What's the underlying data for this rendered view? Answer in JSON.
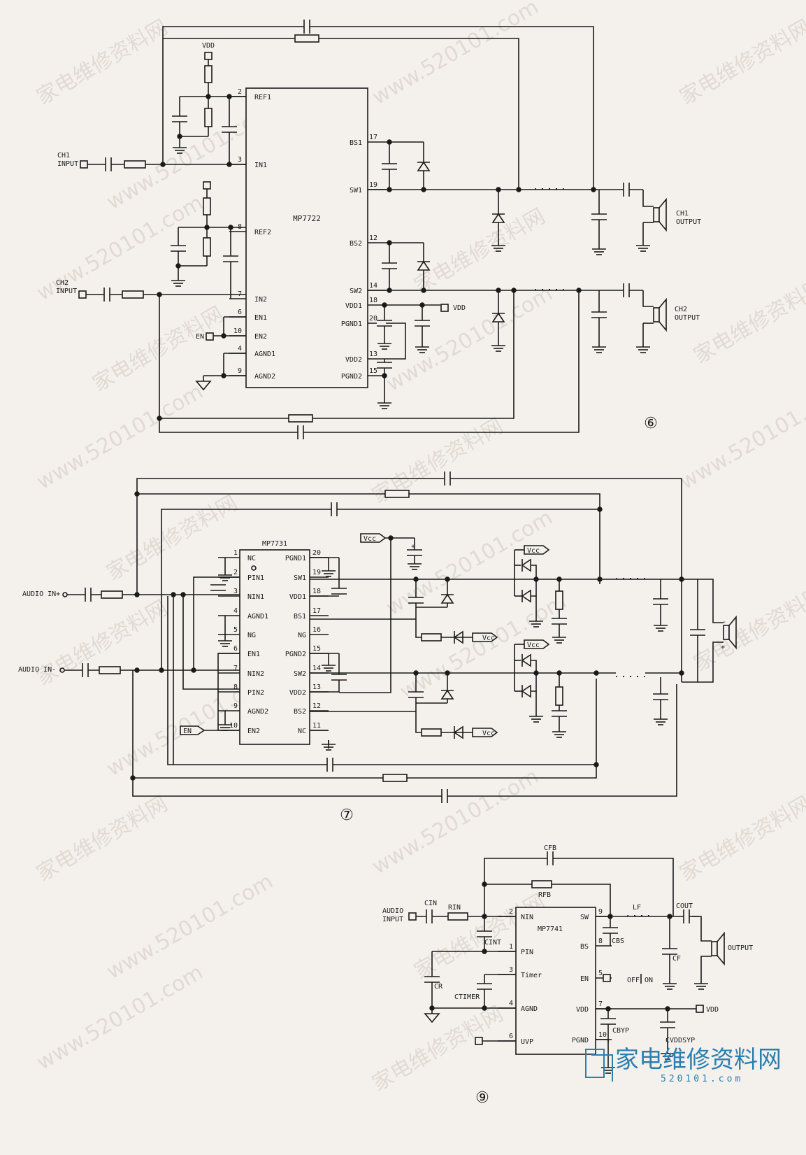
{
  "watermark": {
    "cn": "家电维修资料网",
    "url": "www.520101.com"
  },
  "circuit6": {
    "figure_label": "⑥",
    "chip": "MP7722",
    "pins_left": [
      {
        "num": "2",
        "name": "REF1"
      },
      {
        "num": "3",
        "name": "IN1"
      },
      {
        "num": "8",
        "name": "REF2"
      },
      {
        "num": "7",
        "name": "IN2"
      },
      {
        "num": "6",
        "name": "EN1"
      },
      {
        "num": "10",
        "name": "EN2"
      },
      {
        "num": "4",
        "name": "AGND1"
      },
      {
        "num": "9",
        "name": "AGND2"
      }
    ],
    "pins_right": [
      {
        "num": "17",
        "name": "BS1"
      },
      {
        "num": "19",
        "name": "SW1"
      },
      {
        "num": "12",
        "name": "BS2"
      },
      {
        "num": "14",
        "name": "SW2"
      },
      {
        "num": "18",
        "name": "VDD1"
      },
      {
        "num": "20",
        "name": "PGND1"
      },
      {
        "num": "13",
        "name": "VDD2"
      },
      {
        "num": "15",
        "name": "PGND2"
      }
    ],
    "ch1_input": "CH1\nINPUT",
    "ch2_input": "CH2\nINPUT",
    "ch1_output": "CH1\nOUTPUT",
    "ch2_output": "CH2\nOUTPUT",
    "vdd_top": "VDD",
    "vdd_right": "VDD",
    "en": "EN"
  },
  "circuit7": {
    "figure_label": "⑦",
    "chip": "MP7731",
    "pins_left": [
      {
        "num": "1",
        "name": "NC"
      },
      {
        "num": "2",
        "name": "PIN1"
      },
      {
        "num": "3",
        "name": "NIN1"
      },
      {
        "num": "4",
        "name": "AGND1"
      },
      {
        "num": "5",
        "name": "NG"
      },
      {
        "num": "6",
        "name": "EN1"
      },
      {
        "num": "7",
        "name": "NIN2"
      },
      {
        "num": "8",
        "name": "PIN2"
      },
      {
        "num": "9",
        "name": "AGND2"
      },
      {
        "num": "10",
        "name": "EN2"
      }
    ],
    "pins_right": [
      {
        "num": "20",
        "name": "PGND1"
      },
      {
        "num": "19",
        "name": "SW1"
      },
      {
        "num": "18",
        "name": "VDD1"
      },
      {
        "num": "17",
        "name": "BS1"
      },
      {
        "num": "16",
        "name": "NG"
      },
      {
        "num": "15",
        "name": "PGND2"
      },
      {
        "num": "14",
        "name": "SW2"
      },
      {
        "num": "13",
        "name": "VDD2"
      },
      {
        "num": "12",
        "name": "BS2"
      },
      {
        "num": "11",
        "name": "NC"
      }
    ],
    "audio_in_pos": "AUDIO IN+",
    "audio_in_neg": "AUDIO IN-",
    "vcc": "Vcc",
    "en": "EN",
    "plus": "+",
    "minus": "-"
  },
  "circuit9": {
    "figure_label": "⑨",
    "chip": "MP7741",
    "pins_left": [
      {
        "num": "2",
        "name": "NIN"
      },
      {
        "num": "1",
        "name": "PIN"
      },
      {
        "num": "3",
        "name": "Timer"
      },
      {
        "num": "4",
        "name": "AGND"
      },
      {
        "num": "6",
        "name": "UVP"
      }
    ],
    "pins_right": [
      {
        "num": "9",
        "name": "SW"
      },
      {
        "num": "8",
        "name": "BS"
      },
      {
        "num": "5",
        "name": "EN"
      },
      {
        "num": "7",
        "name": "VDD"
      },
      {
        "num": "10",
        "name": "PGND"
      }
    ],
    "labels": {
      "audio_input": "AUDIO\nINPUT",
      "cin": "CIN",
      "rin": "RIN",
      "cint": "CINT",
      "cr": "CR",
      "ctimer": "CTIMER",
      "cfb": "CFB",
      "rfb": "RFB",
      "lf": "LF",
      "cout": "COUT",
      "cbs": "CBS",
      "cf": "CF",
      "cbyp": "CBYP",
      "cvddsyp": "CVDDSYP",
      "vdd": "VDD",
      "output": "OUTPUT",
      "off": "OFF",
      "on": "ON"
    }
  },
  "brand": {
    "cn": "家电维修资料网",
    "url": "520101.com"
  }
}
